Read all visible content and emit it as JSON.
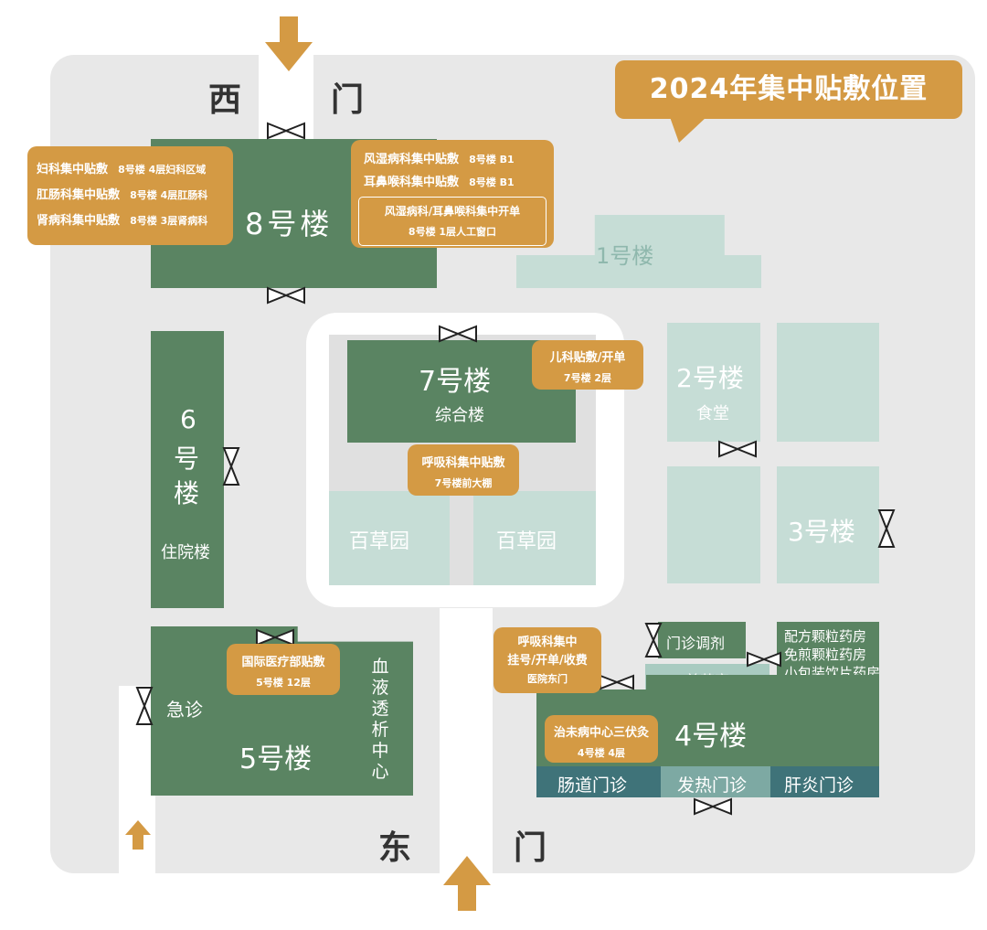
{
  "title": "2024年集中贴敷位置",
  "gates": {
    "west_left": "西",
    "west_right": "门",
    "east_left": "东",
    "east_right": "门"
  },
  "buildings": {
    "b8": "8号楼",
    "b1": "1号楼",
    "b7": "7号楼",
    "b7_sub": "综合楼",
    "b2": "2号楼",
    "b2_sub": "食堂",
    "b3": "3号楼",
    "b6_1": "6",
    "b6_2": "号",
    "b6_3": "楼",
    "b6_sub": "住院楼",
    "garden_left": "百草园",
    "garden_right": "百草园",
    "emergency": "急诊",
    "b5": "5号楼",
    "dialysis": [
      "血",
      "液",
      "透",
      "析",
      "中",
      "心"
    ],
    "b4": "4号楼",
    "clinic_dispense": "门诊调剂",
    "decoction": "煎药室",
    "pharmacy": [
      "配方颗粒药房",
      "免煎颗粒药房",
      "小包装饮片药房"
    ],
    "bottom_bar": [
      "肠道门诊",
      "发热门诊",
      "肝炎门诊"
    ]
  },
  "callouts": {
    "gyn": {
      "rows": [
        {
          "name": "妇科集中贴敷",
          "loc": "8号楼 4层妇科区域"
        },
        {
          "name": "肛肠科集中贴敷",
          "loc": "8号楼 4层肛肠科"
        },
        {
          "name": "肾病科集中贴敷",
          "loc": "8号楼 3层肾病科"
        }
      ]
    },
    "rheum": {
      "rows": [
        {
          "name": "风湿病科集中贴敷",
          "loc": "8号楼 B1"
        },
        {
          "name": "耳鼻喉科集中贴敷",
          "loc": "8号楼 B1"
        }
      ],
      "box_title": "风湿病科/耳鼻喉科集中开单",
      "box_loc": "8号楼 1层人工窗口"
    },
    "peds": {
      "title": "儿科贴敷/开单",
      "loc": "7号楼 2层"
    },
    "resp": {
      "title": "呼吸科集中贴敷",
      "loc": "7号楼前大棚"
    },
    "intl": {
      "title": "国际医疗部贴敷",
      "loc": "5号楼 12层"
    },
    "resp_reg": {
      "line1": "呼吸科集中",
      "line2": "挂号/开单/收费",
      "line3": "医院东门"
    },
    "zwb": {
      "title": "治未病中心三伏灸",
      "loc": "4号楼 4层"
    }
  },
  "colors": {
    "dark_building": "#5a8462",
    "light_building": "#c6ddd6",
    "callout": "#d49a44",
    "teal_bar": "#3f7379"
  }
}
